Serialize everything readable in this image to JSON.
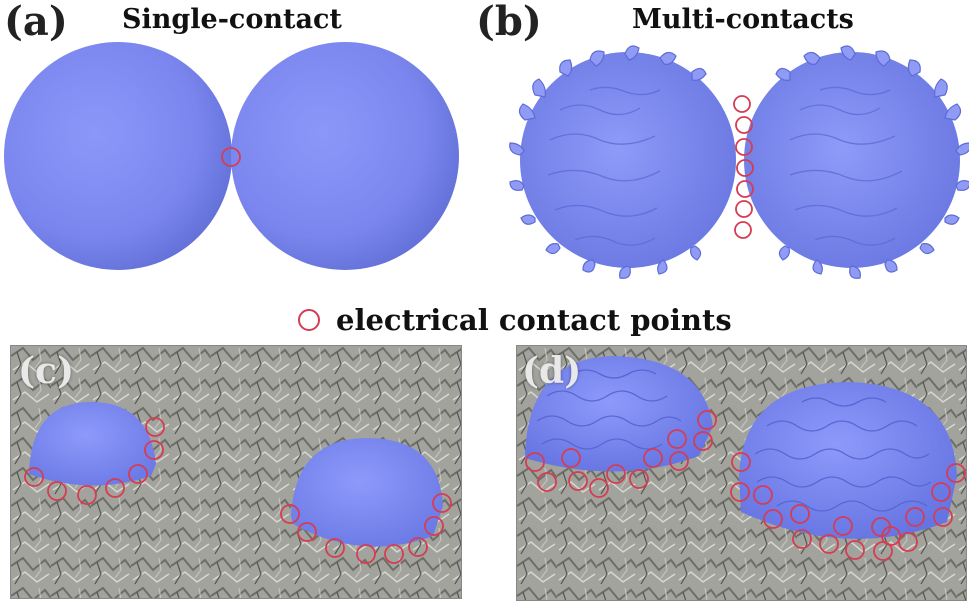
{
  "panels": {
    "a": {
      "label": "(a)",
      "title": "Single-contact"
    },
    "b": {
      "label": "(b)",
      "title": "Multi-contacts"
    },
    "c": {
      "label": "(c)"
    },
    "d": {
      "label": "(d)"
    }
  },
  "legend": {
    "text": "electrical contact points",
    "marker": "red-circle-icon"
  },
  "colors": {
    "particle": "#7b88f0",
    "contact": "#d43d53",
    "substrate": "#a3a39d"
  }
}
